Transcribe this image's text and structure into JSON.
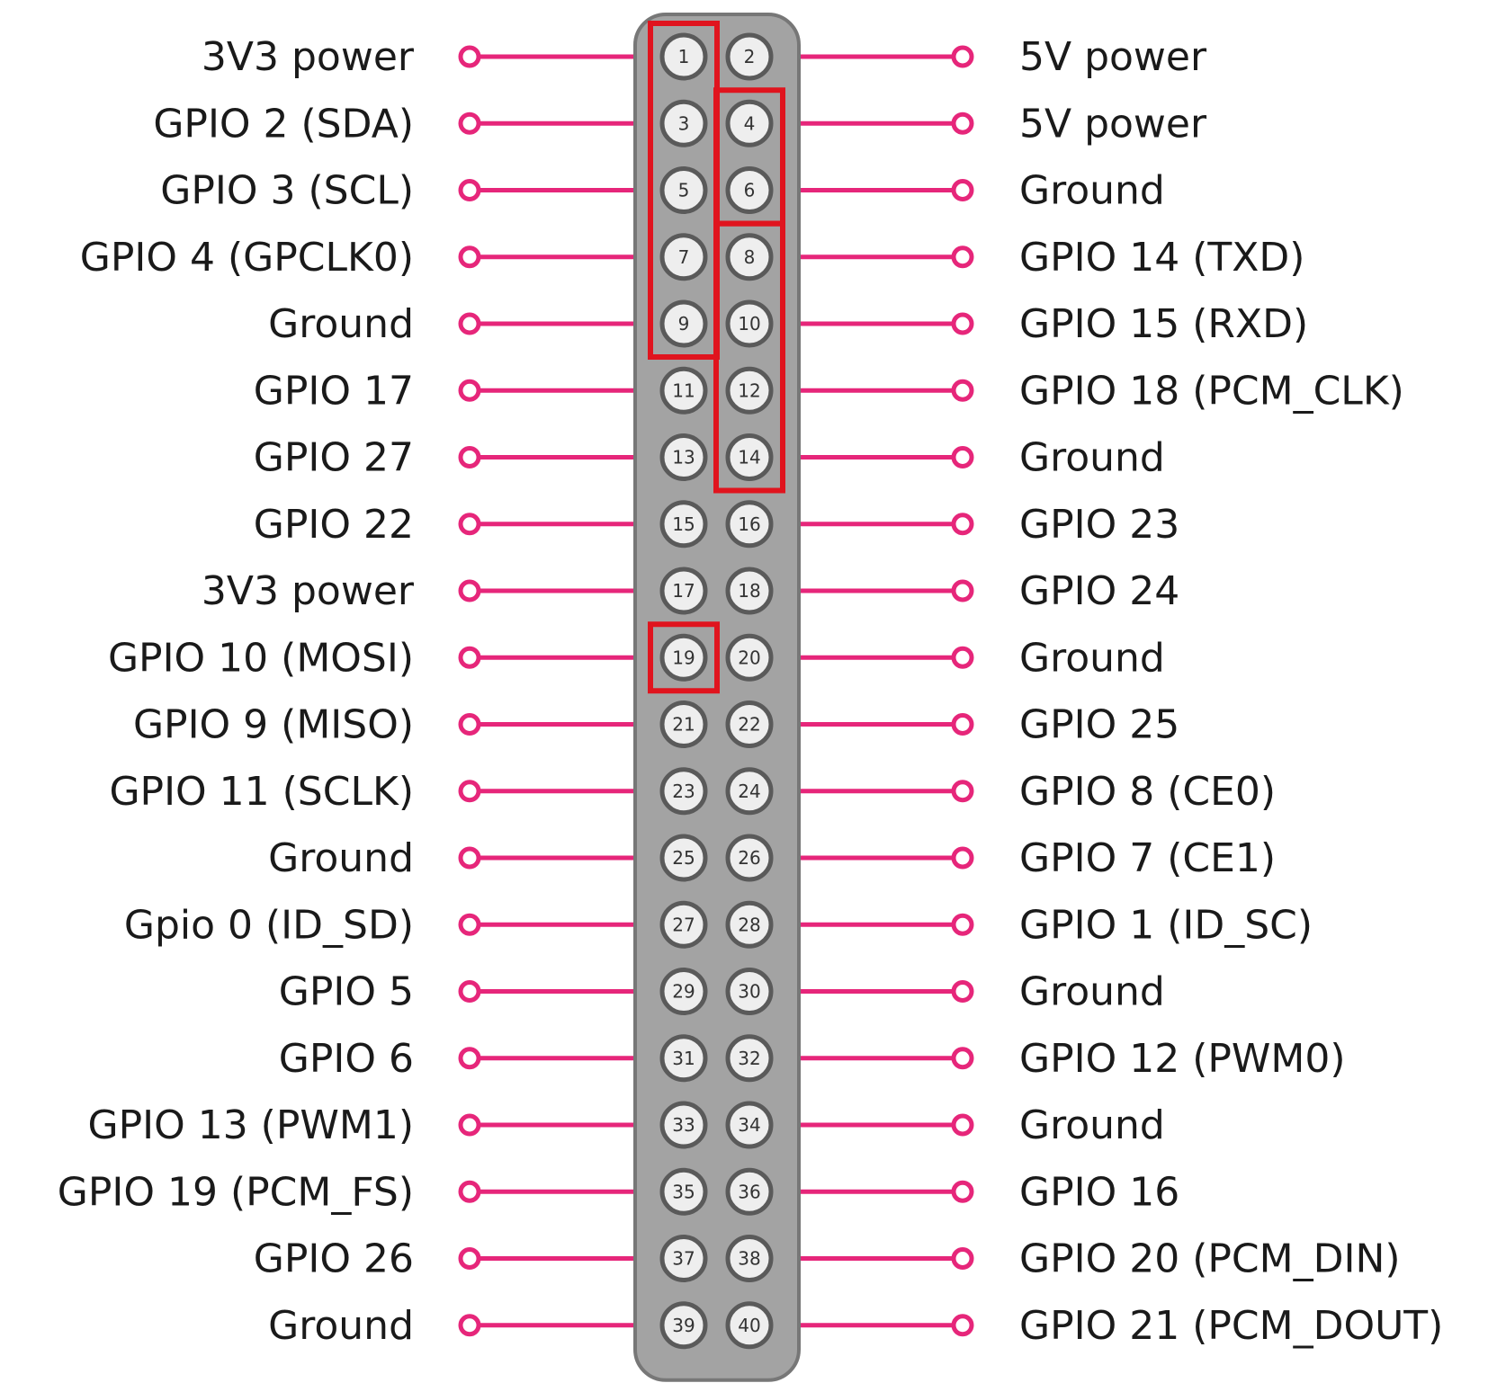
{
  "header": {
    "pins": [
      {
        "number": "1",
        "label": "3V3 power"
      },
      {
        "number": "2",
        "label": "5V power"
      },
      {
        "number": "3",
        "label": "GPIO 2 (SDA)"
      },
      {
        "number": "4",
        "label": "5V power"
      },
      {
        "number": "5",
        "label": "GPIO 3 (SCL)"
      },
      {
        "number": "6",
        "label": "Ground"
      },
      {
        "number": "7",
        "label": "GPIO 4 (GPCLK0)"
      },
      {
        "number": "8",
        "label": "GPIO 14 (TXD)"
      },
      {
        "number": "9",
        "label": "Ground"
      },
      {
        "number": "10",
        "label": "GPIO 15 (RXD)"
      },
      {
        "number": "11",
        "label": "GPIO 17"
      },
      {
        "number": "12",
        "label": "GPIO 18 (PCM_CLK)"
      },
      {
        "number": "13",
        "label": "GPIO 27"
      },
      {
        "number": "14",
        "label": "Ground"
      },
      {
        "number": "15",
        "label": "GPIO 22"
      },
      {
        "number": "16",
        "label": "GPIO 23"
      },
      {
        "number": "17",
        "label": "3V3 power"
      },
      {
        "number": "18",
        "label": "GPIO 24"
      },
      {
        "number": "19",
        "label": "GPIO 10 (MOSI)"
      },
      {
        "number": "20",
        "label": "Ground"
      },
      {
        "number": "21",
        "label": "GPIO 9 (MISO)"
      },
      {
        "number": "22",
        "label": "GPIO 25"
      },
      {
        "number": "23",
        "label": "GPIO 11 (SCLK)"
      },
      {
        "number": "24",
        "label": "GPIO 8 (CE0)"
      },
      {
        "number": "25",
        "label": "Ground"
      },
      {
        "number": "26",
        "label": "GPIO 7 (CE1)"
      },
      {
        "number": "27",
        "label": "Gpio 0 (ID_SD)"
      },
      {
        "number": "28",
        "label": "GPIO 1 (ID_SC)"
      },
      {
        "number": "29",
        "label": "GPIO 5"
      },
      {
        "number": "30",
        "label": "Ground"
      },
      {
        "number": "31",
        "label": "GPIO 6"
      },
      {
        "number": "32",
        "label": "GPIO 12 (PWM0)"
      },
      {
        "number": "33",
        "label": "GPIO 13 (PWM1)"
      },
      {
        "number": "34",
        "label": "Ground"
      },
      {
        "number": "35",
        "label": "GPIO 19 (PCM_FS)"
      },
      {
        "number": "36",
        "label": "GPIO 16"
      },
      {
        "number": "37",
        "label": "GPIO 26"
      },
      {
        "number": "38",
        "label": "GPIO 20 (PCM_DIN)"
      },
      {
        "number": "39",
        "label": "Ground"
      },
      {
        "number": "40",
        "label": "GPIO 21 (PCM_DOUT)"
      }
    ]
  },
  "highlights": [
    {
      "pins": [
        "1",
        "3",
        "5",
        "7",
        "9"
      ]
    },
    {
      "pins": [
        "4",
        "6"
      ]
    },
    {
      "pins": [
        "8",
        "10",
        "12",
        "14"
      ]
    },
    {
      "pins": [
        "19"
      ]
    }
  ],
  "colors": {
    "connector": "#e6267a",
    "board": "#a3a3a3",
    "board_border": "#777777",
    "pin_fill": "#eeeeee",
    "pin_border": "#5a5a5a",
    "highlight": "#e0141e",
    "text": "#1a1a1a"
  }
}
